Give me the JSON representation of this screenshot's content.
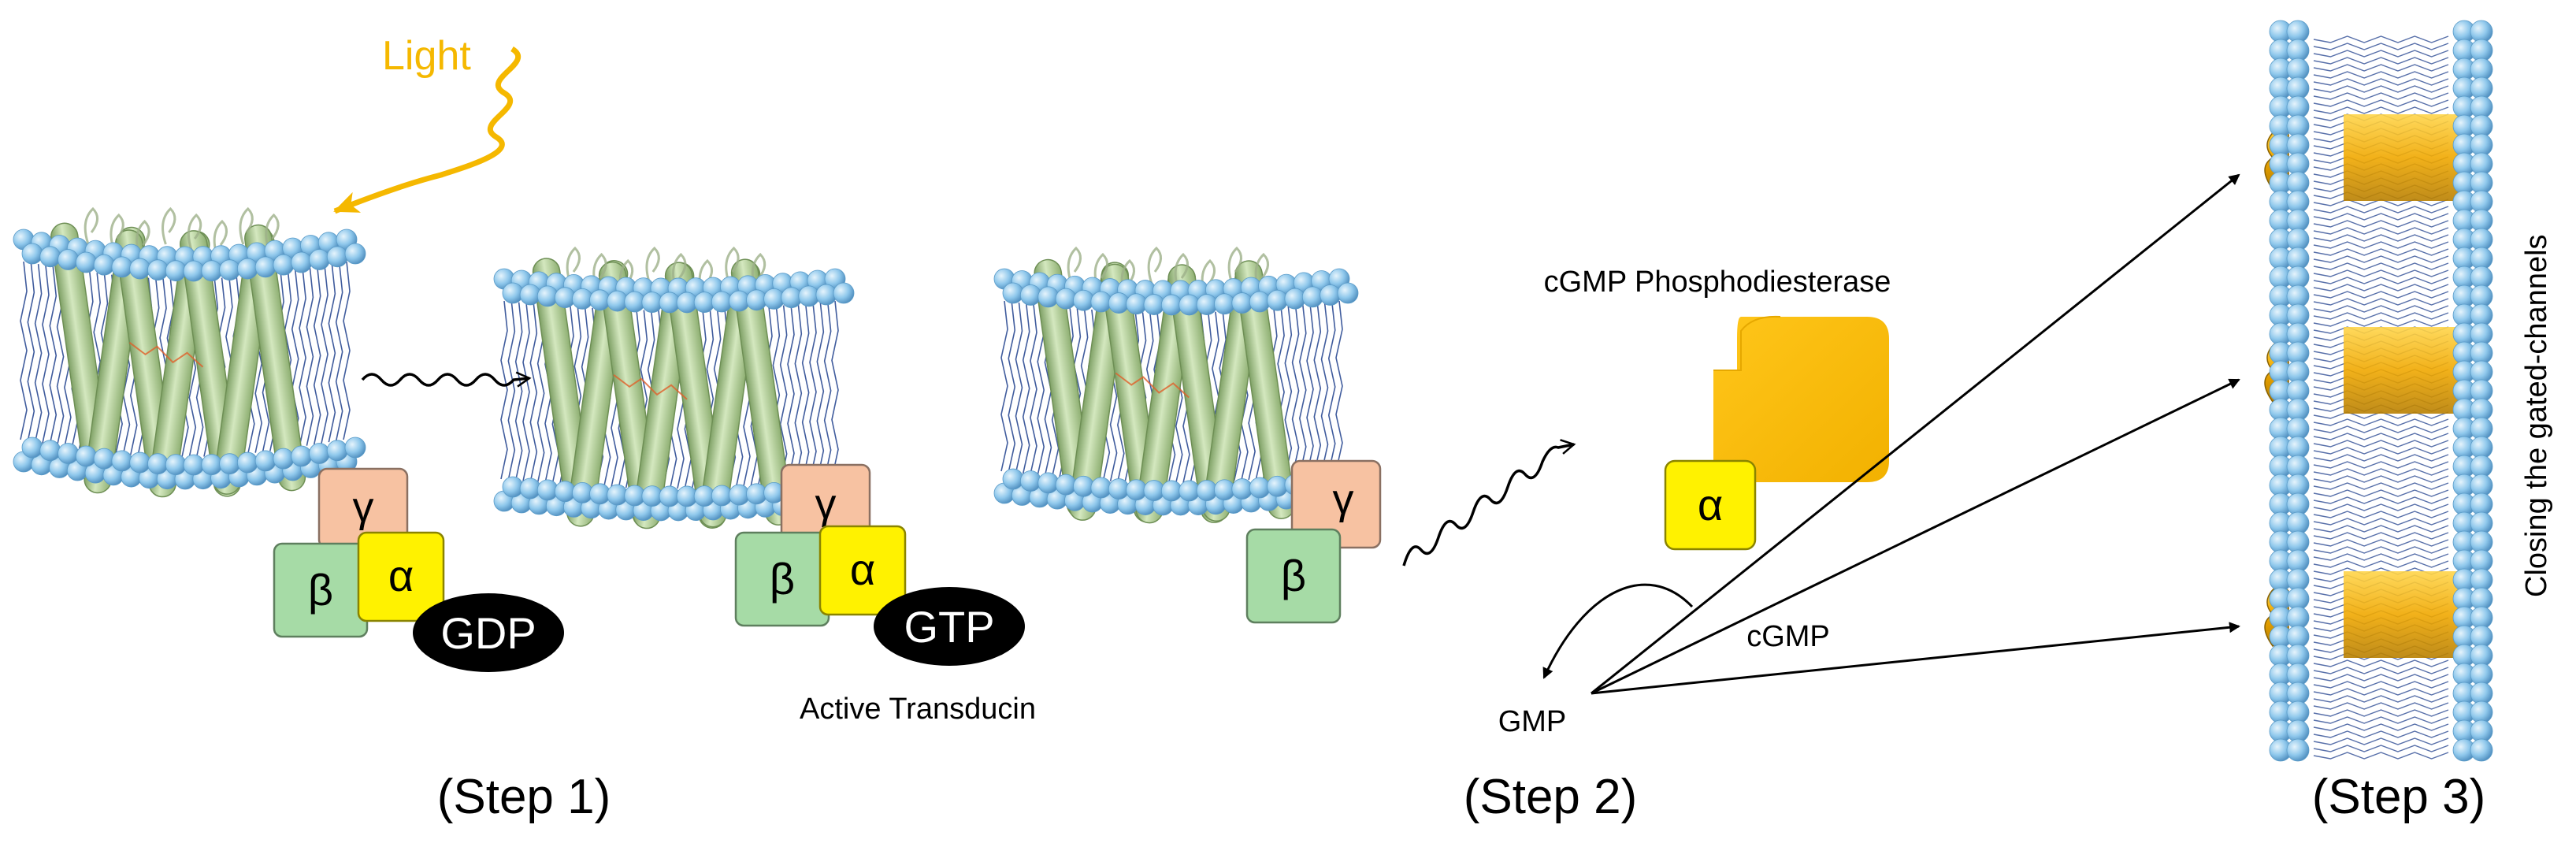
{
  "colors": {
    "light": "#F5B800",
    "lipid_head": "#8FC8EC",
    "lipid_head_edge": "#5A9BC8",
    "lipid_tail": "#1F3F8C",
    "helix": "#B7D49A",
    "helix_edge": "#6E8F55",
    "gamma_box": "#F7C2A2",
    "beta_box": "#A6DBA6",
    "alpha_box": "#FFF200",
    "gdp_gtp": "#000000",
    "pde": "#FFBF00",
    "channel": "#F0A800"
  },
  "labels": {
    "light": "Light",
    "pde": "cGMP Phosphodiesterase",
    "active_transducin": "Active Transducin",
    "gmp": "GMP",
    "cgmp": "cGMP",
    "closing": "Closing the gated-channels",
    "step1": "(Step 1)",
    "step2": "(Step 2)",
    "step3": "(Step 3)"
  },
  "subunits": {
    "gamma": "γ",
    "beta": "β",
    "alpha": "α",
    "gdp": "GDP",
    "gtp": "GTP"
  }
}
